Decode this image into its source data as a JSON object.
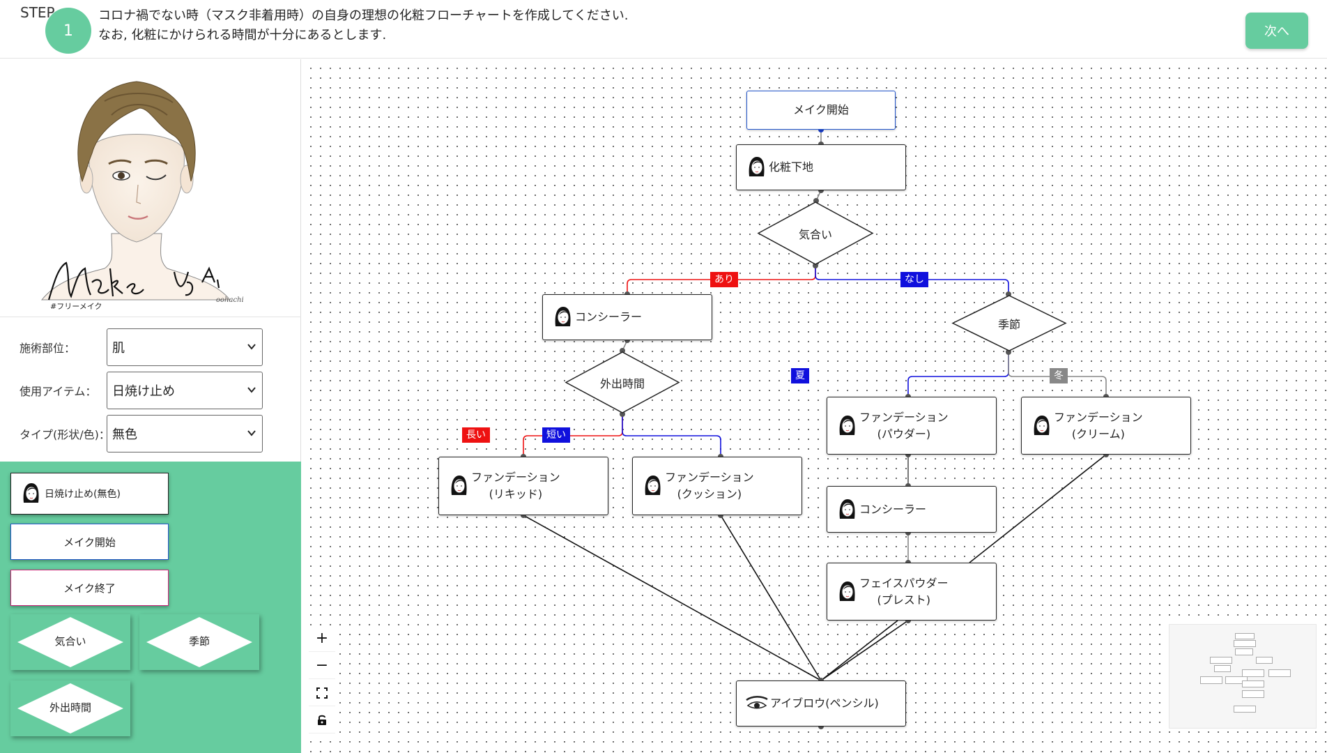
{
  "header": {
    "step_label": "STEP",
    "step_number": "1",
    "instruction_line1": "コロナ禍でない時（マスク非着用時）の自身の理想の化粧フローチャートを作成してください.",
    "instruction_line2": "なお, 化粧にかけられる時間が十分にあるとします.",
    "next_button": "次へ"
  },
  "sidebar": {
    "avatar": {
      "icon": "makeup-ai-portrait",
      "signature": "Make Up Ai",
      "hashtag": "#フリーメイク",
      "artist": "oohachi"
    },
    "fields": [
      {
        "label": "施術部位：",
        "value": "肌"
      },
      {
        "label": "使用アイテム：",
        "value": "日焼け止め"
      },
      {
        "label": "タイプ(形状/色)：",
        "value": "無色"
      }
    ],
    "palette": {
      "item_node": "日焼け止め(無色)",
      "start_node": "メイク開始",
      "end_node": "メイク終了",
      "diamonds": [
        "気合い",
        "季節",
        "外出時間"
      ]
    }
  },
  "flow": {
    "nodes": {
      "start": "メイク開始",
      "base": "化粧下地",
      "kiai": "気合い",
      "concealer1": "コンシーラー",
      "kisetsu": "季節",
      "gaishutsu": "外出時間",
      "found_powder_1": "ファンデーション",
      "found_powder_2": "(パウダー)",
      "found_cream_1": "ファンデーション",
      "found_cream_2": "(クリーム)",
      "found_liquid_1": "ファンデーション",
      "found_liquid_2": "(リキッド)",
      "found_cushion_1": "ファンデーション",
      "found_cushion_2": "(クッション)",
      "concealer2": "コンシーラー",
      "facepowder_1": "フェイスパウダー",
      "facepowder_2": "(プレスト)",
      "eyebrow": "アイブロウ(ペンシル)"
    },
    "edge_labels": {
      "ari": "あり",
      "nashi": "なし",
      "natsu": "夏",
      "fuyu": "冬",
      "nagai": "長い",
      "mijikai": "短い"
    },
    "colors": {
      "yes": "#ee1111",
      "no": "#1010dd",
      "winter": "#888888",
      "accent": "#66cc9f",
      "start_border": "#2255cc",
      "end_border": "#cc2277"
    }
  },
  "controls": {
    "zoom_in": "+",
    "zoom_out": "−",
    "fit_icon": "fit-view-icon",
    "lock_icon": "lock-icon"
  }
}
